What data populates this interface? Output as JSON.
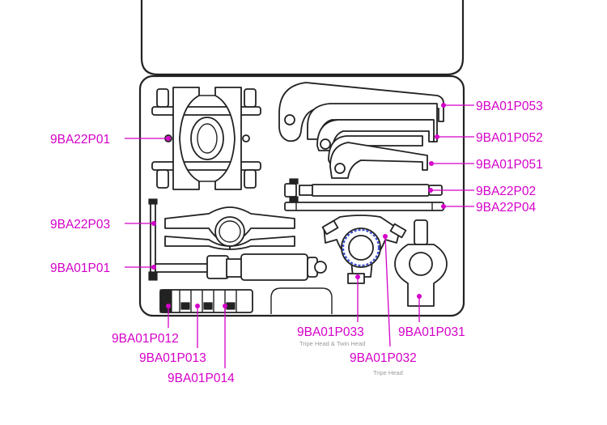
{
  "colors": {
    "callout": "#d400c8",
    "outline": "#222222",
    "note": "#9a9a9a",
    "accent": "#3a4fd0"
  },
  "labels": {
    "p053": "9BA01P053",
    "p052": "9BA01P052",
    "p051": "9BA01P051",
    "p02": "9BA22P02",
    "p04": "9BA22P04",
    "p22p01": "9BA22P01",
    "p22p03": "9BA22P03",
    "p01p01": "9BA01P01",
    "p012": "9BA01P012",
    "p013": "9BA01P013",
    "p014": "9BA01P014",
    "p033": "9BA01P033",
    "p032": "9BA01P032",
    "p031": "9BA01P031"
  },
  "notes": {
    "p033": "Tripe Head & Twin Head",
    "p032": "Tripe Head"
  }
}
